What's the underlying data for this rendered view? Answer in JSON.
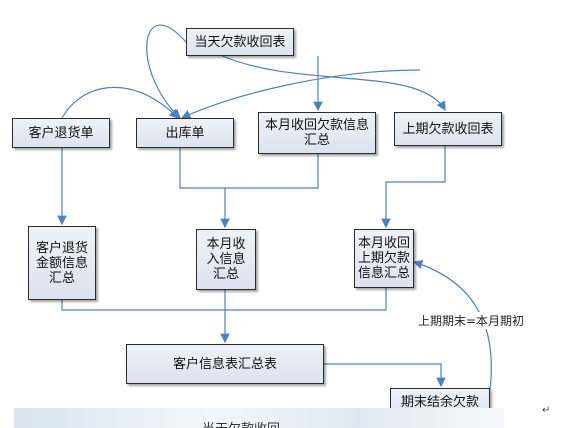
{
  "nodes": {
    "daily_receipts": "当天欠款收回表",
    "customer_return": "客户退货单",
    "outbound": "出库单",
    "monthly_receipts": "本月收回欠款信息\n汇总",
    "prev_receipts": "上期欠款收回表",
    "return_amount": "客户退货\n金额信息\n汇总",
    "monthly_income": "本月收\n入信息\n汇总",
    "prev_arrears": "本月收回\n上期欠款\n信息汇总",
    "customer_summary": "客户信息表汇总表",
    "ending_balance": "期末结余欠款"
  },
  "edge_label": "上期期末=本月期初",
  "paragraph_mark": "↵",
  "bottom_partial_text": "当天欠款收回",
  "colors": {
    "line": "#4f81bd",
    "border": "#2b2b2b"
  }
}
